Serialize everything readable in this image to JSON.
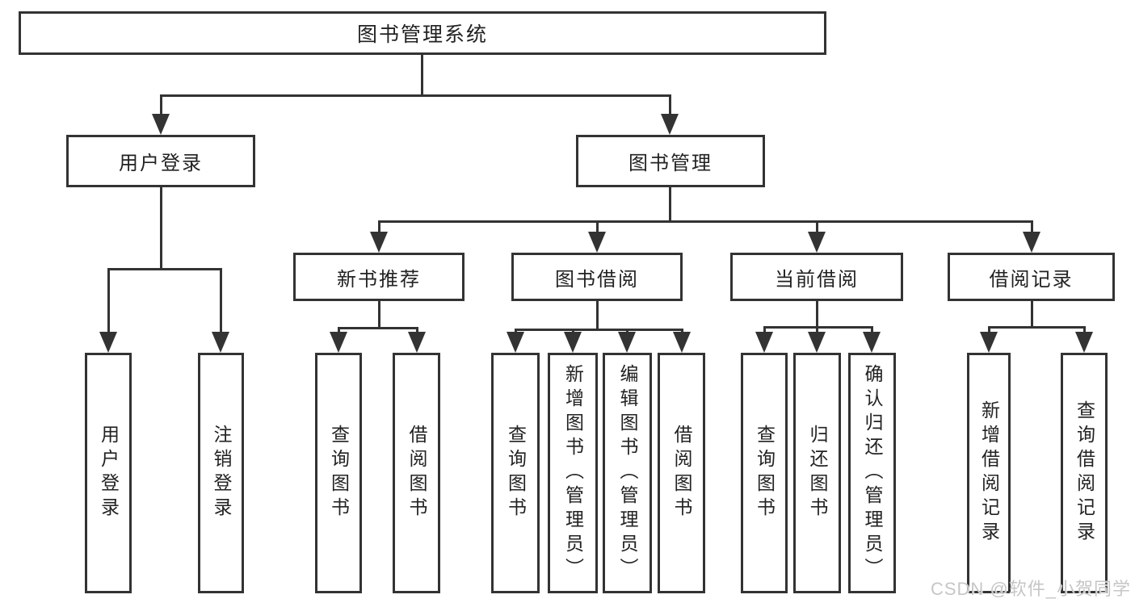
{
  "tree": {
    "root": {
      "label": "图书管理系统"
    },
    "branches": [
      {
        "label": "用户登录",
        "children": [
          {
            "label": "用户登录"
          },
          {
            "label": "注销登录"
          }
        ]
      },
      {
        "label": "图书管理",
        "groups": [
          {
            "label": "新书推荐",
            "children": [
              {
                "label": "查询图书"
              },
              {
                "label": "借阅图书"
              }
            ]
          },
          {
            "label": "图书借阅",
            "children": [
              {
                "label": "查询图书"
              },
              {
                "label": "新增图书（管理员）"
              },
              {
                "label": "编辑图书（管理员）"
              },
              {
                "label": "借阅图书"
              }
            ]
          },
          {
            "label": "当前借阅",
            "children": [
              {
                "label": "查询图书"
              },
              {
                "label": "归还图书"
              },
              {
                "label": "确认归还（管理员）"
              }
            ]
          },
          {
            "label": "借阅记录",
            "children": [
              {
                "label": "新增借阅记录"
              },
              {
                "label": "查询借阅记录"
              }
            ]
          }
        ]
      }
    ]
  },
  "watermark": {
    "text": "CSDN @软件_小贺同学"
  },
  "colors": {
    "line": "#333333",
    "border": "#333333",
    "text": "#222222",
    "background": "#ffffff",
    "watermark": "#c6c6c6"
  }
}
